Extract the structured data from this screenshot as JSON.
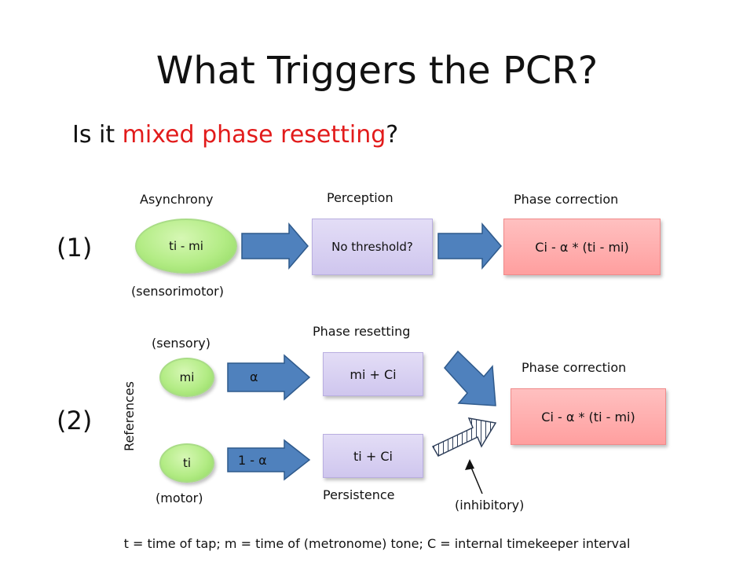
{
  "title": "What Triggers the PCR?",
  "subtitle": {
    "prefix": "Is it ",
    "highlight": "mixed phase resetting",
    "suffix": "?"
  },
  "row1": {
    "number": "(1)",
    "asynchrony_label": "Asynchrony",
    "asynchrony_value": "ti - mi",
    "asynchrony_note": "(sensorimotor)",
    "perception_label": "Perception",
    "perception_value": "No threshold?",
    "correction_label": "Phase correction",
    "correction_value": "Ci - α * (ti - mi)"
  },
  "row2": {
    "number": "(2)",
    "references_label": "References",
    "sensory_note": "(sensory)",
    "motor_note": "(motor)",
    "m_node": "mi",
    "t_node": "ti",
    "alpha_label": "α",
    "one_minus_alpha_label": "1 - α",
    "resetting_label": "Phase resetting",
    "resetting_value": "mi + Ci",
    "persistence_value": "ti + Ci",
    "persistence_label": "Persistence",
    "correction_label": "Phase correction",
    "correction_value": "Ci - α * (ti - mi)",
    "inhibitory_note": "(inhibitory)"
  },
  "footer": "t = time of tap; m = time of (metronome) tone; C = internal timekeeper interval",
  "colors": {
    "highlight": "#e21b1b",
    "arrow": "#4f81bd",
    "arrow_outline": "#2f5a8c",
    "node_green": "#b3ec85",
    "box_purple": "#d8d1f2",
    "box_red": "#ff9f9f"
  }
}
